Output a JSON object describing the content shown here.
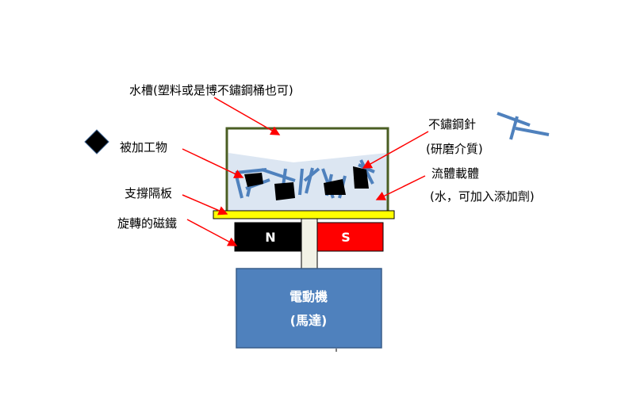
{
  "labels": {
    "tank": "水槽(塑料或是博不鏽鋼桶也可)",
    "workpiece": "被加工物",
    "needle": "不鏽鋼針",
    "abrasive": "(研磨介質)",
    "fluid": "流體載體",
    "fluid_note": "(水，可加入添加劑)",
    "support": "支撐隔板",
    "magnet": "旋轉的磁鐵",
    "north": "N",
    "south": "S",
    "motor": "電動機",
    "motor_note": "(馬達)"
  },
  "colors": {
    "tank_border": "#4a5e23",
    "fluid": "#dce6f2",
    "needle": "#4f81bd",
    "workpiece": "#000000",
    "support": "#ffff00",
    "north": "#000000",
    "south": "#ff0000",
    "shaft": "#f2f2e6",
    "motor": "#4f81bd",
    "arrow": "#ff0000"
  }
}
